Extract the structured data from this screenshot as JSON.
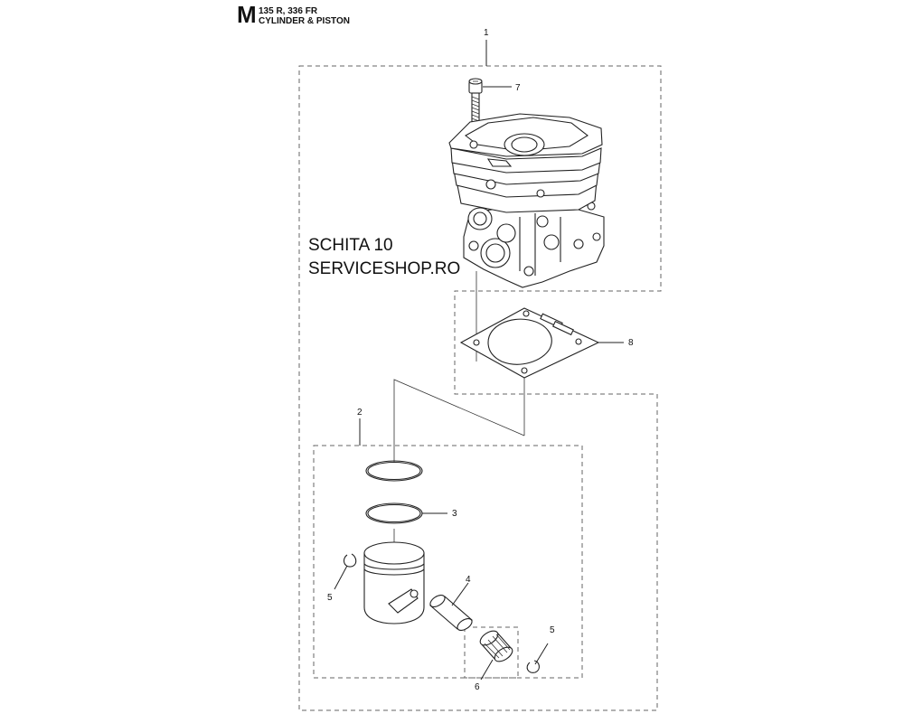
{
  "header": {
    "section_letter": "M",
    "models": "135 R, 336 FR",
    "title": "CYLINDER & PISTON"
  },
  "watermark": {
    "line1": "SCHITA 10",
    "line2": "SERVICESHOP.RO"
  },
  "callouts": {
    "c1": "1",
    "c2": "2",
    "c3": "3",
    "c4": "4",
    "c5a": "5",
    "c5b": "5",
    "c6": "6",
    "c7": "7",
    "c8": "8"
  }
}
